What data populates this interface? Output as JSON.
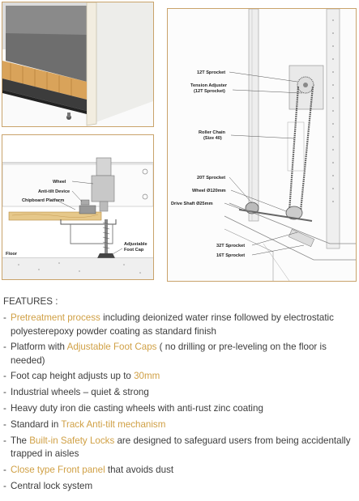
{
  "diagram_labels": {
    "wheel": "Wheel",
    "anti_tilt": "Anti-tilt Device",
    "chipboard": "Chipboard Platform",
    "floor": "Floor",
    "adjustable_foot_cap": [
      "Adjustable",
      "Foot Cap"
    ],
    "sprocket_12t": "12T Sprocket",
    "tension_adjuster": [
      "Tension Adjuster",
      "(12T Sprocket)"
    ],
    "roller_chain": [
      "Roller Chain",
      "(Size 40)"
    ],
    "sprocket_20t": "20T Sprocket",
    "wheel_dia": "Wheel Ø120mm",
    "drive_shaft": "Drive Shaft Ø25mm",
    "sprocket_32t": "32T Sprocket",
    "sprocket_16t": "16T Sprocket"
  },
  "features": {
    "title": "FEATURES :",
    "items": [
      [
        {
          "t": "Pretreatment process",
          "hl": true
        },
        {
          "t": " including deionized water rinse followed by electrostatic polyesterepoxy powder coating as standard finish",
          "hl": false
        }
      ],
      [
        {
          "t": "Platform with ",
          "hl": false
        },
        {
          "t": "Adjustable Foot Caps",
          "hl": true
        },
        {
          "t": " ( no drilling or pre-leveling on the floor is needed)",
          "hl": false
        }
      ],
      [
        {
          "t": "Foot cap height adjusts up to ",
          "hl": false
        },
        {
          "t": "30mm",
          "hl": true
        }
      ],
      [
        {
          "t": "Industrial wheels – quiet & strong",
          "hl": false
        }
      ],
      [
        {
          "t": "Heavy duty iron die casting wheels with anti-rust zinc coating",
          "hl": false
        }
      ],
      [
        {
          "t": "Standard in ",
          "hl": false
        },
        {
          "t": "Track Anti-tilt mechanism",
          "hl": true
        }
      ],
      [
        {
          "t": "The ",
          "hl": false
        },
        {
          "t": "Built-in Safety Locks",
          "hl": true
        },
        {
          "t": " are designed to safeguard users from being accidentally trapped in aisles",
          "hl": false
        }
      ],
      [
        {
          "t": "Close type Front panel",
          "hl": true
        },
        {
          "t": " that avoids dust",
          "hl": false
        }
      ],
      [
        {
          "t": "Central lock system",
          "hl": false
        }
      ]
    ]
  },
  "colors": {
    "accent": "#d0a045",
    "border": "#c9a36b",
    "wood": "#d9a35a",
    "text": "#3c3c3c"
  }
}
